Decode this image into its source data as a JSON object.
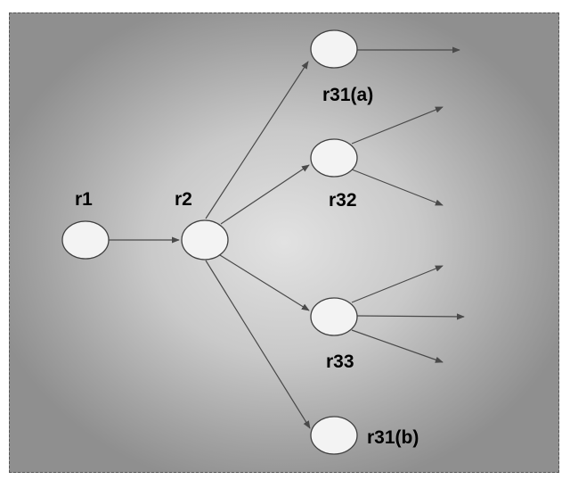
{
  "diagram": {
    "nodes": [
      {
        "id": "r1",
        "label": "r1"
      },
      {
        "id": "r2",
        "label": "r2"
      },
      {
        "id": "r31a",
        "label": "r31(a)"
      },
      {
        "id": "r32",
        "label": "r32"
      },
      {
        "id": "r33",
        "label": "r33"
      },
      {
        "id": "r31b",
        "label": "r31(b)"
      }
    ],
    "edges": [
      {
        "from": "r1",
        "to": "r2"
      },
      {
        "from": "r2",
        "to": "r31a"
      },
      {
        "from": "r2",
        "to": "r32"
      },
      {
        "from": "r2",
        "to": "r33"
      },
      {
        "from": "r2",
        "to": "r31b"
      },
      {
        "from": "r31a",
        "to": null
      },
      {
        "from": "r32",
        "to": null
      },
      {
        "from": "r32",
        "to": null
      },
      {
        "from": "r33",
        "to": null
      },
      {
        "from": "r33",
        "to": null
      },
      {
        "from": "r33",
        "to": null
      }
    ]
  }
}
